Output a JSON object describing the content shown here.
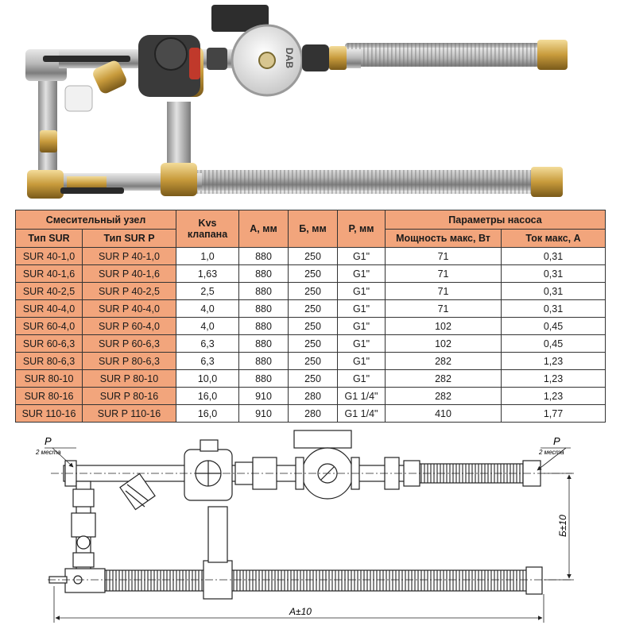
{
  "table": {
    "group_mixing": "Смесительный узел",
    "kvs_label": "Kvs клапана",
    "kvs_line1": "Kvs",
    "kvs_line2": "клапана",
    "a_label": "А, мм",
    "b_label": "Б, мм",
    "p_label": "Р, мм",
    "group_pump": "Параметры насоса",
    "type_sur": "Тип SUR",
    "type_surp": "Тип SUR P",
    "power_label": "Мощность макс, Вт",
    "current_label": "Ток макс, А",
    "rows": [
      {
        "sur": "SUR 40-1,0",
        "surp": "SUR P 40-1,0",
        "kvs": "1,0",
        "a": "880",
        "b": "250",
        "p": "G1\"",
        "power": "71",
        "current": "0,31"
      },
      {
        "sur": "SUR 40-1,6",
        "surp": "SUR P 40-1,6",
        "kvs": "1,63",
        "a": "880",
        "b": "250",
        "p": "G1\"",
        "power": "71",
        "current": "0,31"
      },
      {
        "sur": "SUR 40-2,5",
        "surp": "SUR P 40-2,5",
        "kvs": "2,5",
        "a": "880",
        "b": "250",
        "p": "G1\"",
        "power": "71",
        "current": "0,31"
      },
      {
        "sur": "SUR 40-4,0",
        "surp": "SUR P 40-4,0",
        "kvs": "4,0",
        "a": "880",
        "b": "250",
        "p": "G1\"",
        "power": "71",
        "current": "0,31"
      },
      {
        "sur": "SUR 60-4,0",
        "surp": "SUR P 60-4,0",
        "kvs": "4,0",
        "a": "880",
        "b": "250",
        "p": "G1\"",
        "power": "102",
        "current": "0,45"
      },
      {
        "sur": "SUR 60-6,3",
        "surp": "SUR P 60-6,3",
        "kvs": "6,3",
        "a": "880",
        "b": "250",
        "p": "G1\"",
        "power": "102",
        "current": "0,45"
      },
      {
        "sur": "SUR 80-6,3",
        "surp": "SUR P 80-6,3",
        "kvs": "6,3",
        "a": "880",
        "b": "250",
        "p": "G1\"",
        "power": "282",
        "current": "1,23"
      },
      {
        "sur": "SUR 80-10",
        "surp": "SUR P 80-10",
        "kvs": "10,0",
        "a": "880",
        "b": "250",
        "p": "G1\"",
        "power": "282",
        "current": "1,23"
      },
      {
        "sur": "SUR 80-16",
        "surp": "SUR P 80-16",
        "kvs": "16,0",
        "a": "910",
        "b": "280",
        "p": "G1 1/4\"",
        "power": "282",
        "current": "1,23"
      },
      {
        "sur": "SUR 110-16",
        "surp": "SUR P 110-16",
        "kvs": "16,0",
        "a": "910",
        "b": "280",
        "p": "G1 1/4\"",
        "power": "410",
        "current": "1,77"
      }
    ]
  },
  "drawing": {
    "p_left": "Р",
    "p_left_note": "2 места",
    "p_right": "Р",
    "p_right_note": "2 места",
    "dim_a": "А±10",
    "dim_b": "Б±10"
  },
  "photo": {
    "pump_label": "DAB"
  },
  "colors": {
    "header_fill": "#f2a57c",
    "border": "#333333"
  }
}
